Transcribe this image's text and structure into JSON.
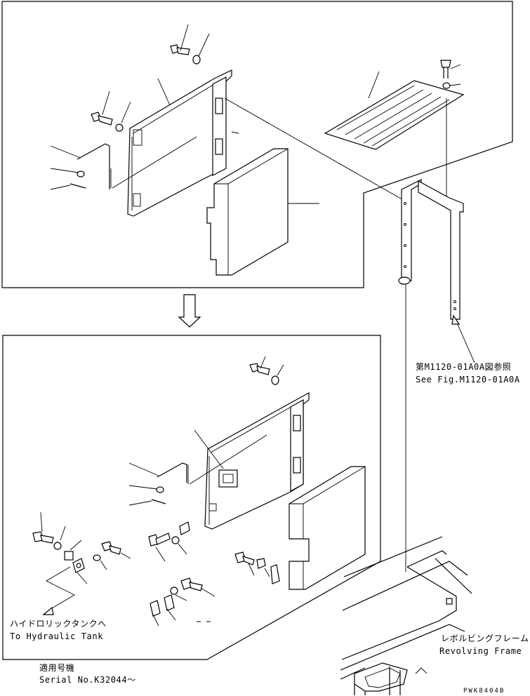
{
  "see_fig": {
    "jp": "第M1120-01A0A図参照",
    "en": "See Fig.M1120-01A0A"
  },
  "hydraulic_tank": {
    "jp": "ハイドロリックタンクへ",
    "en": "To Hydraulic Tank"
  },
  "revolving_frame": {
    "jp": "レボルビングフレーム",
    "en": "Revolving Frame"
  },
  "serial": {
    "jp": "適用号機",
    "en": "Serial No.K32044～"
  },
  "drawing_code": "PWK8404B"
}
